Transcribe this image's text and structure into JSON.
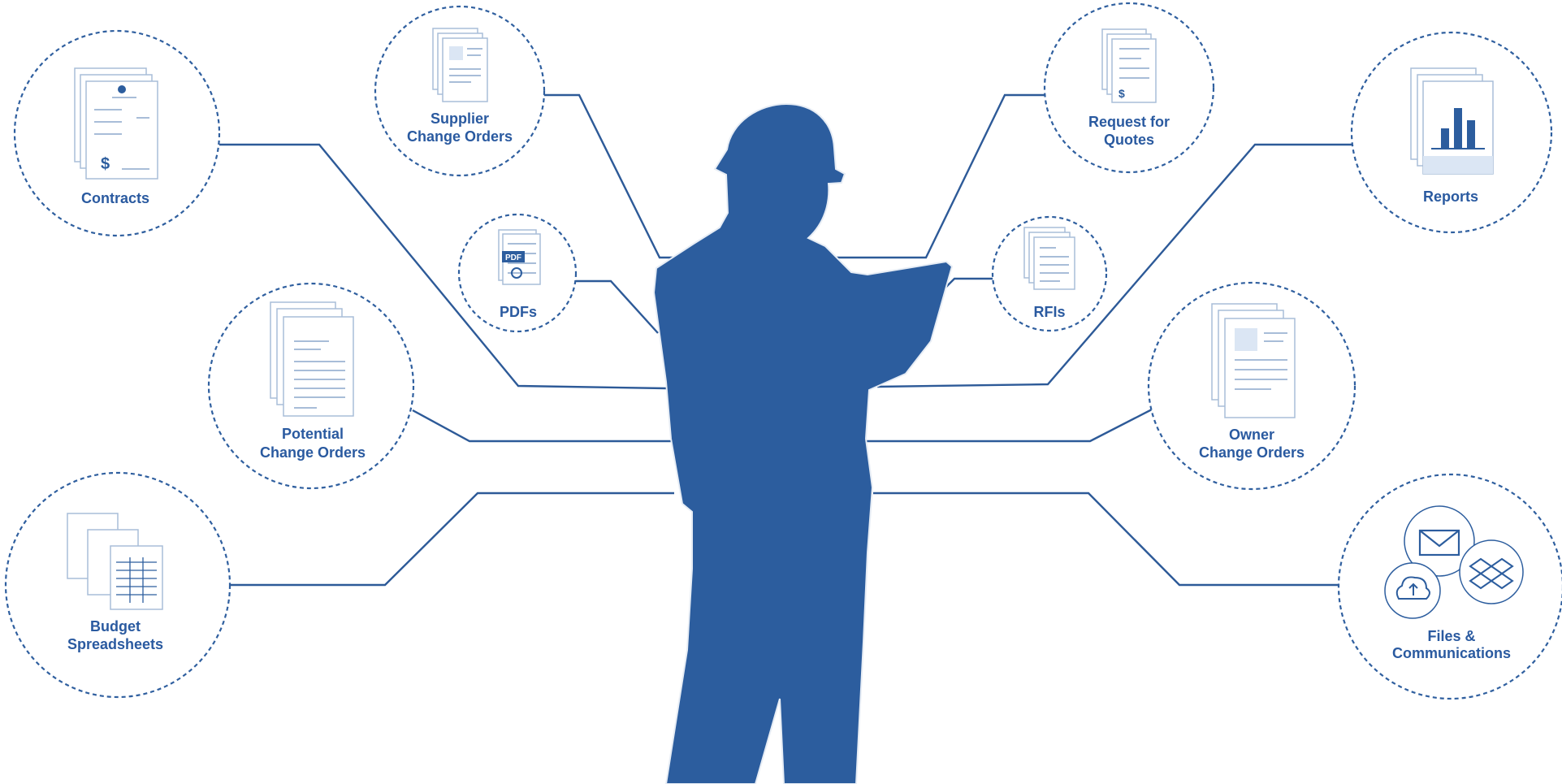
{
  "nodes": {
    "contracts": {
      "line1": "Contracts",
      "line2": ""
    },
    "supplier_change_orders": {
      "line1": "Supplier",
      "line2": "Change Orders"
    },
    "pdfs": {
      "line1": "PDFs",
      "line2": "",
      "icon_text": "PDF"
    },
    "request_for_quotes": {
      "line1": "Request for",
      "line2": "Quotes"
    },
    "rfis": {
      "line1": "RFIs",
      "line2": ""
    },
    "reports": {
      "line1": "Reports",
      "line2": ""
    },
    "potential_change_orders": {
      "line1": "Potential",
      "line2": "Change Orders"
    },
    "owner_change_orders": {
      "line1": "Owner",
      "line2": "Change Orders"
    },
    "budget_spreadsheets": {
      "line1": "Budget",
      "line2": "Spreadsheets"
    },
    "files_communications": {
      "line1": "Files &",
      "line2": "Communications"
    }
  },
  "icons": {
    "contracts": "contract-documents-icon",
    "supplier_change_orders": "supplier-documents-icon",
    "pdfs": "pdf-file-icon",
    "request_for_quotes": "quote-documents-icon",
    "rfis": "rfi-documents-icon",
    "reports": "bar-chart-report-icon",
    "potential_change_orders": "change-order-documents-icon",
    "owner_change_orders": "owner-documents-icon",
    "budget_spreadsheets": "spreadsheet-icon",
    "files_communications": [
      "envelope-icon",
      "cloud-upload-icon",
      "dropbox-icon"
    ]
  },
  "colors": {
    "primary": "#2c5d9e",
    "label": "#2a5aa0",
    "document_outline": "#a8bdd8",
    "background": "#ffffff"
  }
}
